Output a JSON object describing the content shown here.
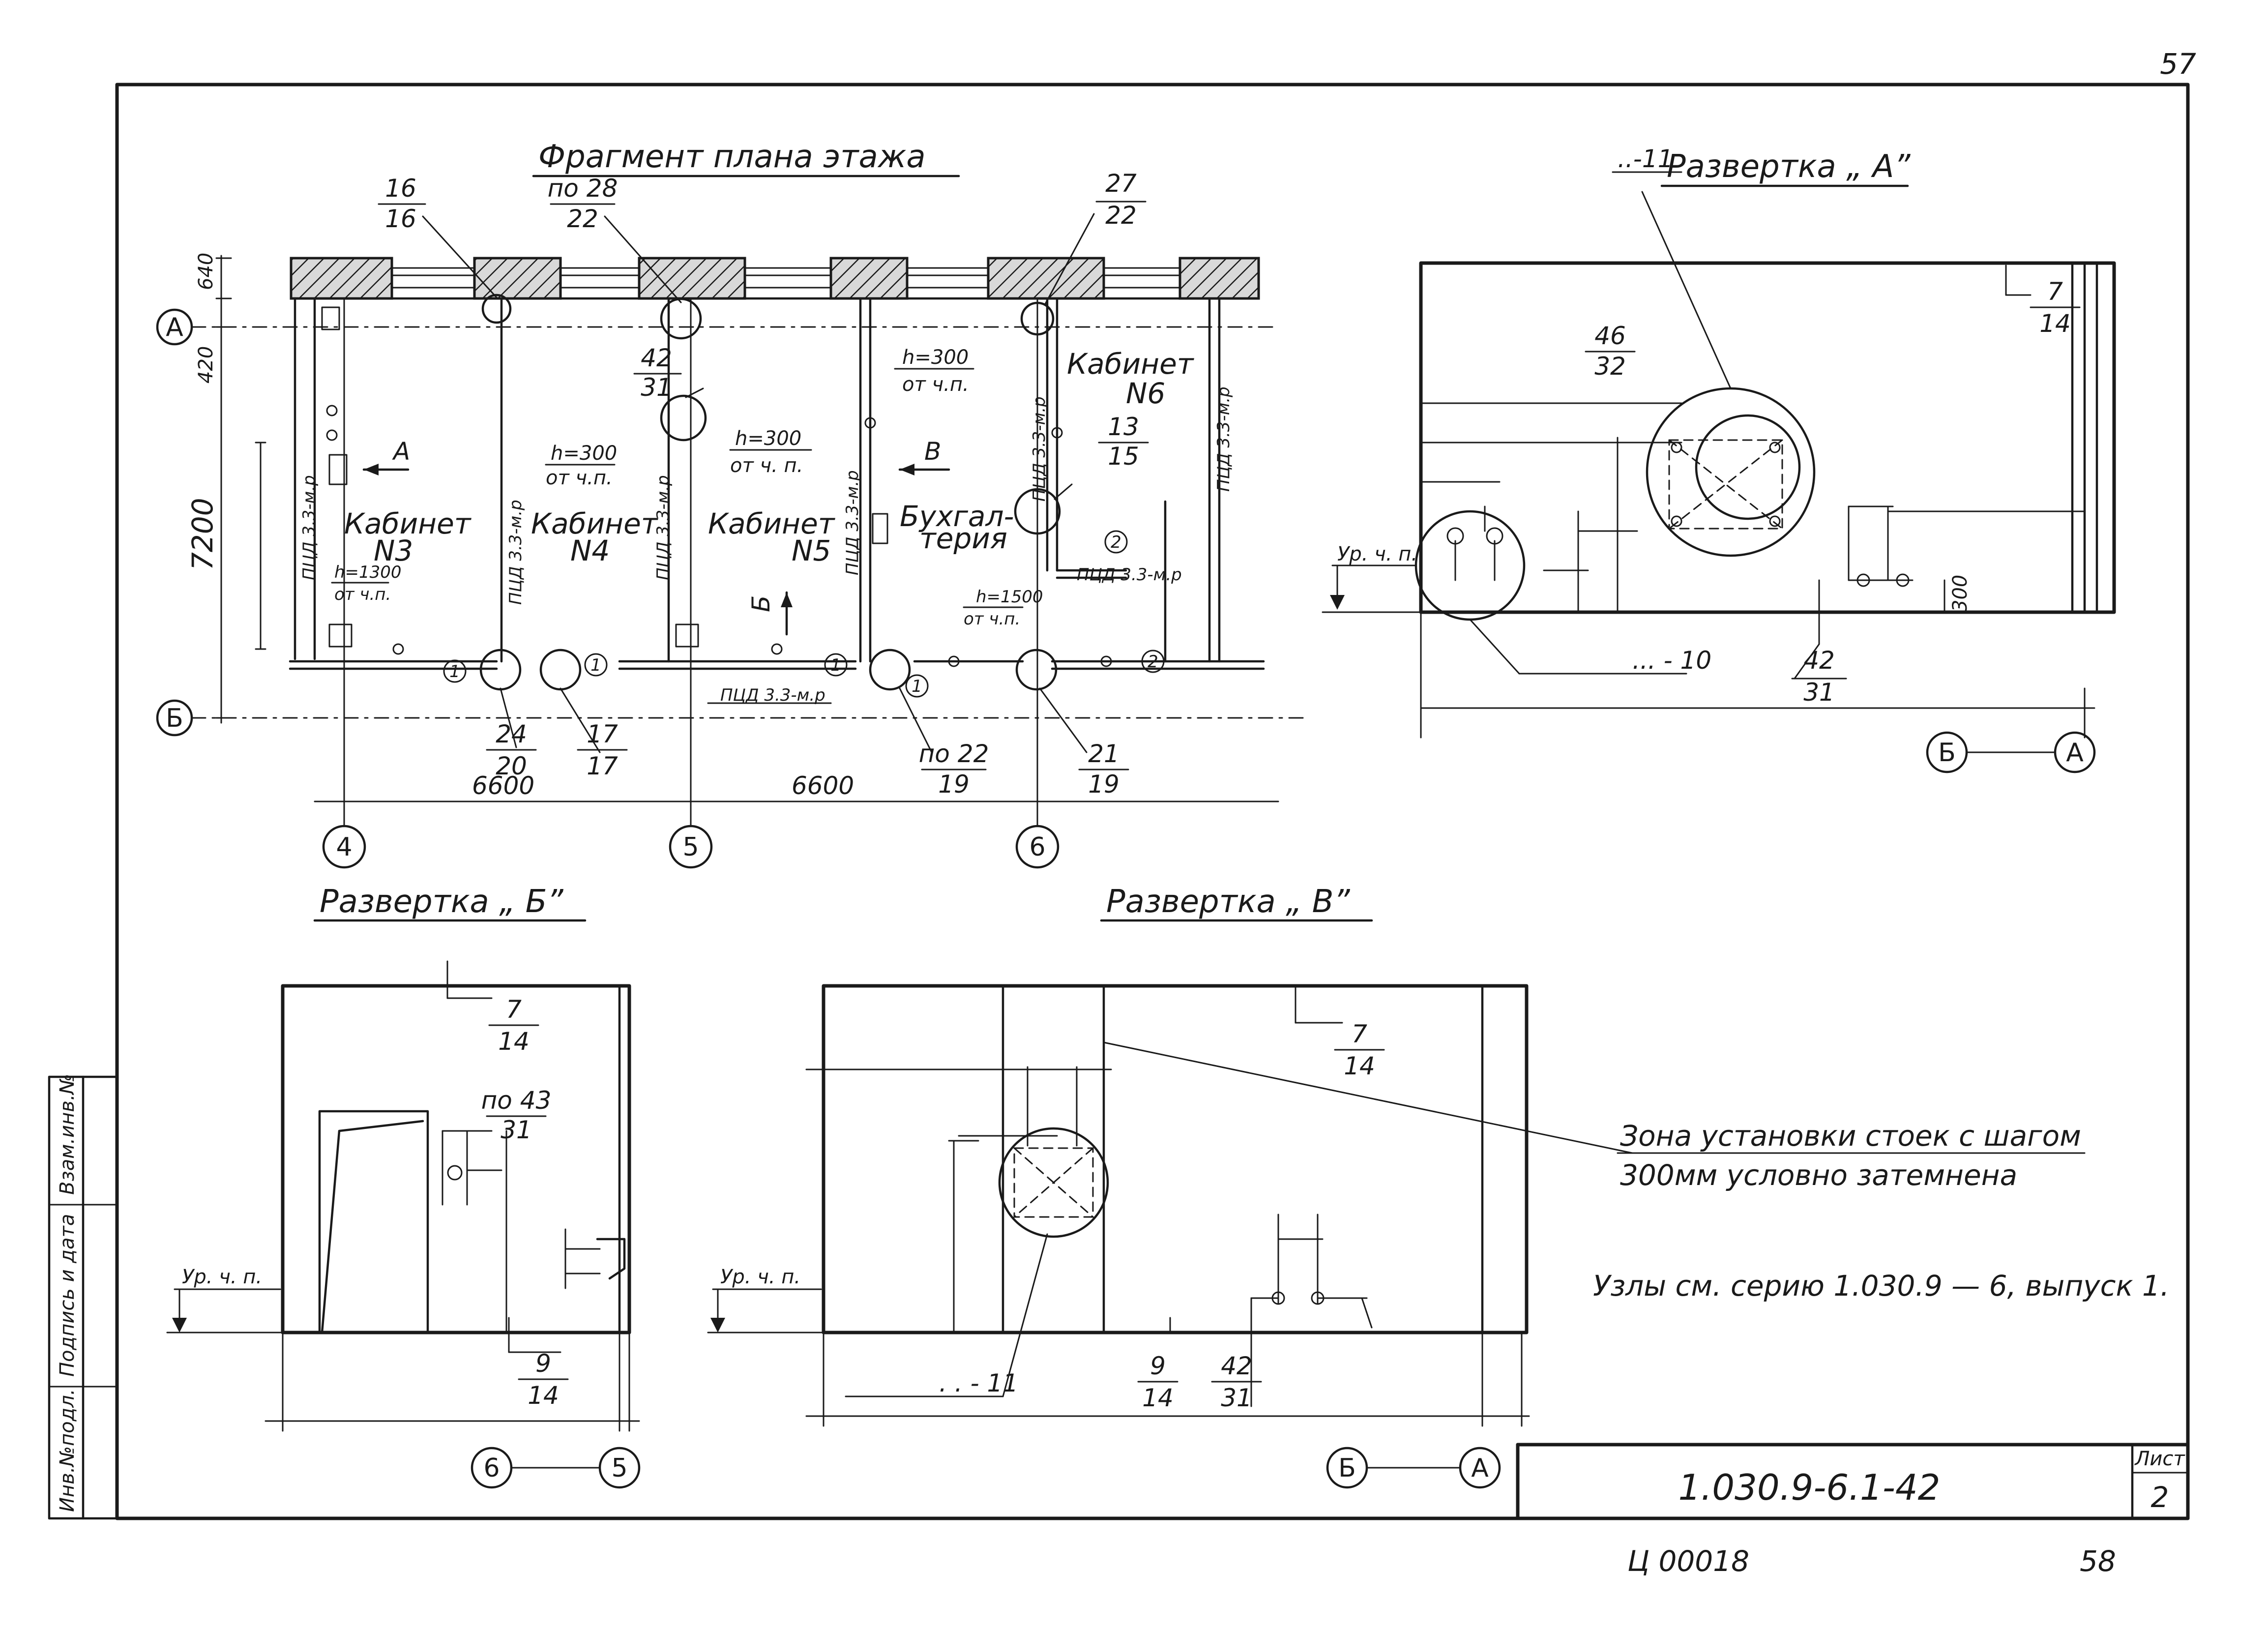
{
  "page_number_top": "57",
  "titles": {
    "plan": "Фрагмент плана этажа",
    "razv_a": "Развертка „ А”",
    "razv_b": "Развертка „ Б”",
    "razv_v": "Развертка „ В”"
  },
  "rooms": {
    "k3_a": "Кабинет",
    "k3_b": "N3",
    "k4_a": "Кабинет",
    "k4_b": "N4",
    "k5_a": "Кабинет",
    "k5_b": "N5",
    "k6_a": "Кабинет",
    "k6_b": "N6",
    "buh_a": "Бухгал-",
    "buh_b": "терия"
  },
  "axes": {
    "a": "А",
    "b": "Б",
    "c4": "4",
    "c5": "5",
    "c6": "6"
  },
  "plan_dims": {
    "d640": "640",
    "d420": "420",
    "d7200": "7200",
    "d6600_1": "6600",
    "d6600_2": "6600"
  },
  "plan_notes": {
    "h300_1a": "h=300",
    "h300_1b": "от ч.п.",
    "h300_2a": "h=300",
    "h300_2b": "от ч. п.",
    "h300_3a": "h=300",
    "h300_3b": "от ч.п.",
    "h1300a": "h=1300",
    "h1300b": "от ч.п.",
    "h1500a": "h=1500",
    "h1500b": "от ч.п.",
    "view_a": "А",
    "view_b": "Б",
    "view_v": "В",
    "pipe1": "ПЦД 3.3-м.р",
    "pipe2": "ПЦД 3.3-м.р",
    "pipe3": "ПЦД 3.3-м.р",
    "pipe4": "ПЦД 3.3-м.р",
    "pipe5": "ПЦД 3.3-м.р",
    "pipe6": "ПЦД 3.3-м.р",
    "pipe_h1": "ПЦД 3.3-м.р",
    "pipe_h2": "ПЦД 3.3-м.р",
    "m1": "1",
    "m2": "1",
    "m3": "1",
    "m4": "1",
    "m5": "2",
    "m6": "2"
  },
  "plan_callouts": {
    "c16_top": "16",
    "c16_bot": "16",
    "c28_top": "по 28",
    "c28_bot": "22",
    "c27_top": "27",
    "c27_bot": "22",
    "c42_top": "42",
    "c42_bot": "31",
    "c13_top": "13",
    "c13_bot": "15",
    "c24_top": "24",
    "c24_bot": "20",
    "c17_top": "17",
    "c17_bot": "17",
    "c22_top": "по 22",
    "c22_bot": "19",
    "c21_top": "21",
    "c21_bot": "19"
  },
  "razv_a_labels": {
    "l11": "..-11",
    "l10": "... - 10",
    "c46_top": "46",
    "c46_bot": "32",
    "c7_top": "7",
    "c7_bot": "14",
    "c42_top": "42",
    "c42_bot": "31",
    "d300": "300",
    "level": "Ур. ч. п.",
    "ax1": "Б",
    "ax2": "А"
  },
  "razv_b_labels": {
    "c7_top": "7",
    "c7_bot": "14",
    "c43_top": "по 43",
    "c43_bot": "31",
    "c9_top": "9",
    "c9_bot": "14",
    "level": "Ур. ч. п.",
    "ax1": "6",
    "ax2": "5"
  },
  "razv_v_labels": {
    "c7_top": "7",
    "c7_bot": "14",
    "c9_top": "9",
    "c9_bot": "14",
    "c42_top": "42",
    "c42_bot": "31",
    "l11": ". . - 11",
    "level": "Ур. ч. п.",
    "ax1": "Б",
    "ax2": "А"
  },
  "notes": {
    "zone_line1": "Зона установки стоек с шагом",
    "zone_line2": "300мм условно затемнена",
    "nodes": "Узлы см. серию 1.030.9 — 6, выпуск 1."
  },
  "title_block": {
    "code": "1.030.9-6.1-42",
    "sheet_label": "Лист",
    "sheet_num": "2"
  },
  "side_stamp": {
    "s1": "Инв.№подл.",
    "s2": "Подпись и дата",
    "s3": "Взам.инв.№"
  },
  "footer": {
    "order": "Ц 00018",
    "page": "58"
  }
}
